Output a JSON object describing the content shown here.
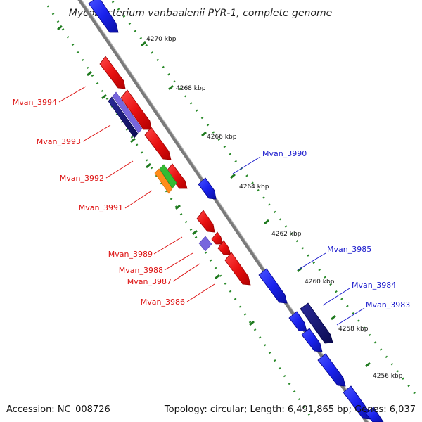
{
  "title": "Mycobacterium vanbaalenii PYR-1, complete genome",
  "footer": {
    "accession": "Accession: NC_008726",
    "summary": "Topology: circular; Length: 6,491,865 bp; Genes: 6,037"
  },
  "colors": {
    "forward_gene": "#1a22ee",
    "forward_gene_dark": "#10106e",
    "reverse_gene": "#ee1a1a",
    "label_forward": "#1a1acc",
    "label_reverse": "#dd1111",
    "backbone": "#888888",
    "tick_minor": "#2a8a2a",
    "tick_major": "#1f7a1f",
    "rna_orange": "#ff8c1a",
    "rna_green": "#33bb33",
    "light_purple": "#7766dd"
  },
  "scale": {
    "kbp_labels": [
      "4270 kbp",
      "4268 kbp",
      "4266 kbp",
      "4264 kbp",
      "4262 kbp",
      "4260 kbp",
      "4258 kbp",
      "4256 kbp"
    ]
  },
  "gene_labels": [
    {
      "text": "Mvan_3994",
      "strand": "reverse"
    },
    {
      "text": "Mvan_3993",
      "strand": "reverse"
    },
    {
      "text": "Mvan_3992",
      "strand": "reverse"
    },
    {
      "text": "Mvan_3991",
      "strand": "reverse"
    },
    {
      "text": "Mvan_3989",
      "strand": "reverse"
    },
    {
      "text": "Mvan_3988",
      "strand": "reverse"
    },
    {
      "text": "Mvan_3987",
      "strand": "reverse"
    },
    {
      "text": "Mvan_3986",
      "strand": "reverse"
    },
    {
      "text": "Mvan_3990",
      "strand": "forward"
    },
    {
      "text": "Mvan_3985",
      "strand": "forward"
    },
    {
      "text": "Mvan_3984",
      "strand": "forward"
    },
    {
      "text": "Mvan_3983",
      "strand": "forward"
    }
  ]
}
